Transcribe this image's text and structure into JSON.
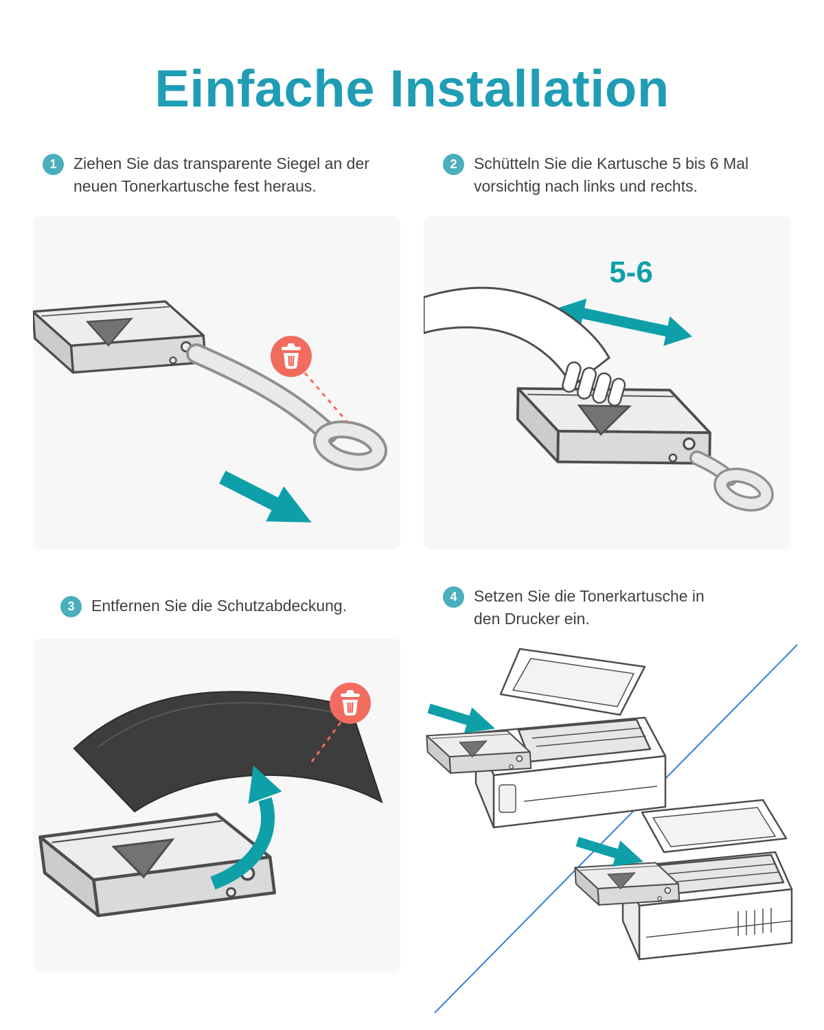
{
  "title": "Einfache Installation",
  "steps": [
    {
      "number": "1",
      "text": "Ziehen Sie das transparente Siegel an der neuen Tonerkartusche fest heraus."
    },
    {
      "number": "2",
      "text": "Schütteln Sie die Kartusche 5 bis 6 Mal vorsichtig nach links und rechts."
    },
    {
      "number": "3",
      "text": "Entfernen Sie die Schutzabdeckung."
    },
    {
      "number": "4",
      "text": "Setzen Sie die Tonerkartusche in den Drucker ein."
    }
  ],
  "annotations": {
    "shake_label": "5-6"
  },
  "colors": {
    "title_teal": "#1F9DB5",
    "badge_teal": "#4AAEBC",
    "arrow_teal": "#0F9FA8",
    "trash_red": "#F16C5F",
    "panel_gray": "#F7F7F8",
    "cover_dark": "#3D3D3D",
    "diagonal_blue": "#2F7FD6"
  }
}
